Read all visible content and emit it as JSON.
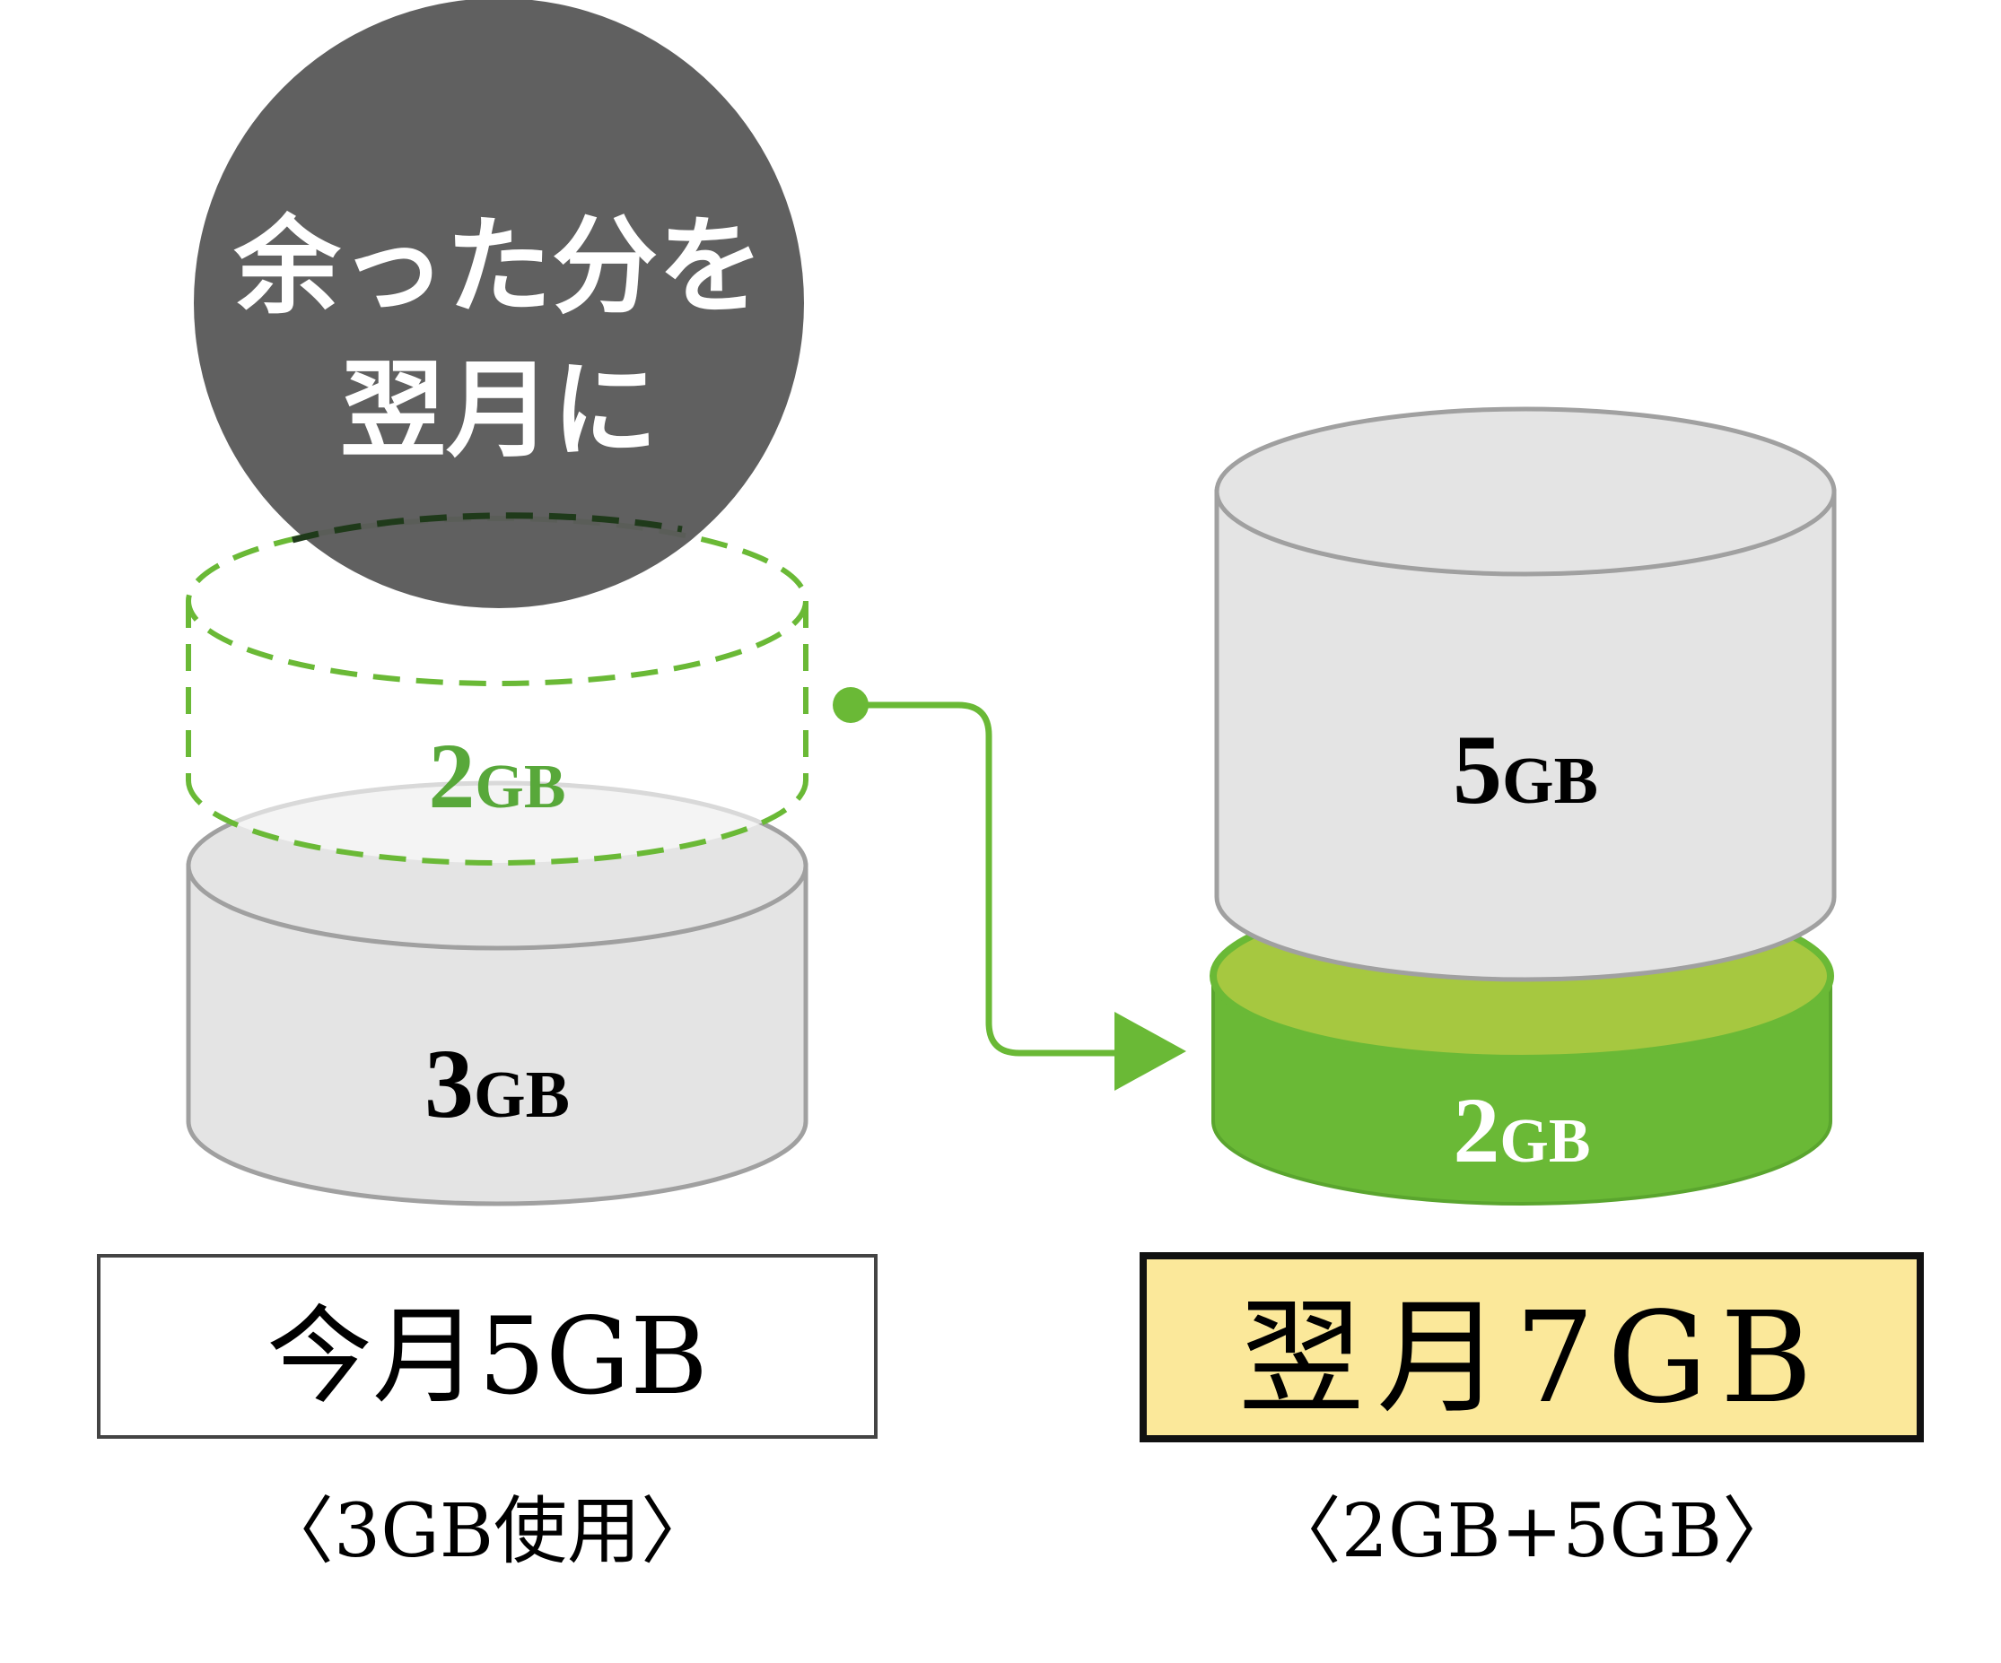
{
  "bubble": {
    "line1": "余った分を",
    "line2": "翌月に"
  },
  "left_stack": {
    "used": {
      "num": "3",
      "unit": "GB"
    },
    "leftover": {
      "num": "2",
      "unit": "GB"
    }
  },
  "right_stack": {
    "base": {
      "num": "5",
      "unit": "GB"
    },
    "carried": {
      "num": "2",
      "unit": "GB"
    }
  },
  "this_month": {
    "label": "今月5GB",
    "caption": "〈3GB使用〉"
  },
  "next_month": {
    "label": "翌月7GB",
    "caption": "〈2GB+5GB〉"
  },
  "colors": {
    "bubble": "#5a5a5a",
    "cylinder_gray": "#e4e4e4",
    "cylinder_outline": "#a0a0a0",
    "green": "#6ab936",
    "green_top": "#a6c840",
    "green_dashed": "#6ab936",
    "label_green": "#58a83a",
    "highlight_yellow": "#fbe89a"
  },
  "icons": {
    "arrow": "arrow-right-icon",
    "connector_dot": "connector-dot-icon"
  }
}
